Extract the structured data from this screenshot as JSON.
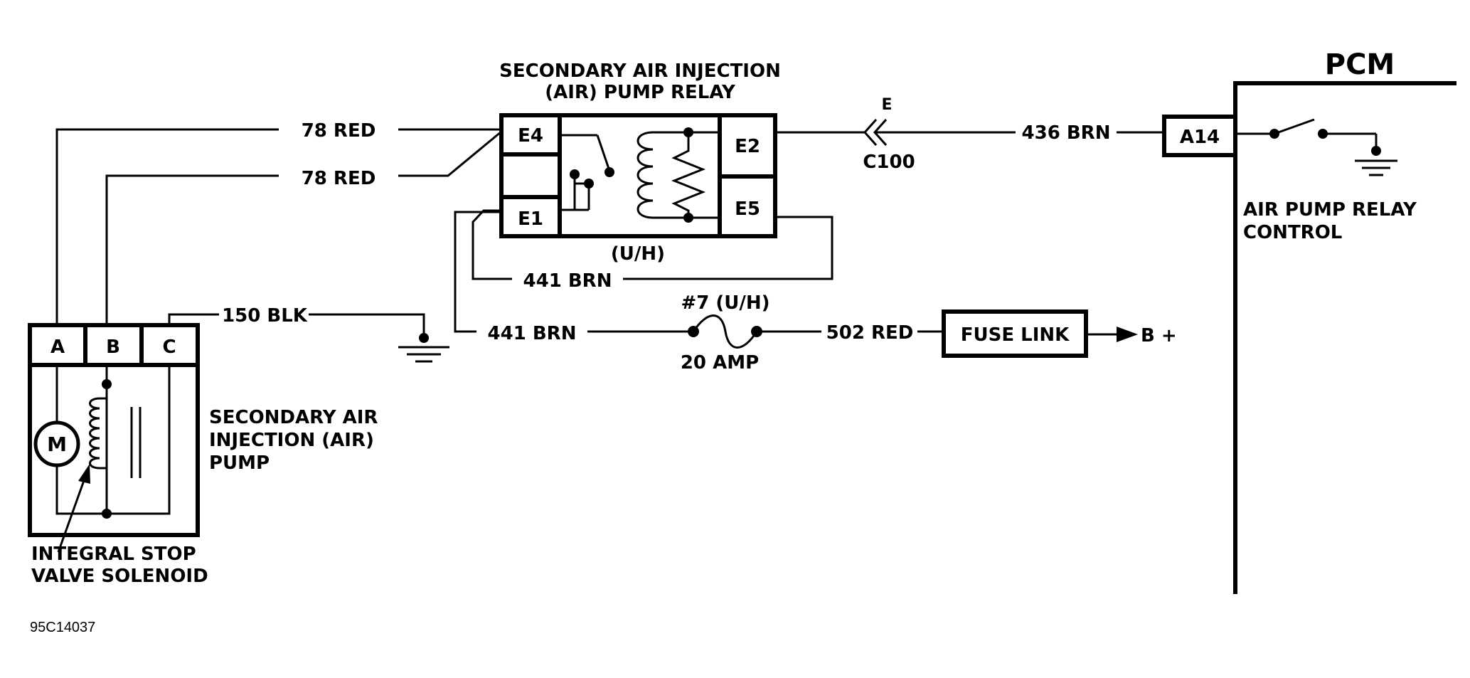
{
  "relay": {
    "title_line1": "SECONDARY AIR INJECTION",
    "title_line2": "(AIR) PUMP RELAY",
    "pin_e4": "E4",
    "pin_e1": "E1",
    "pin_e2": "E2",
    "pin_e5": "E5",
    "location": "(U/H)"
  },
  "pcm": {
    "title": "PCM",
    "pin": "A14",
    "function_line1": "AIR PUMP RELAY",
    "function_line2": "CONTROL"
  },
  "connector": {
    "letter": "E",
    "id": "C100"
  },
  "wires": {
    "wire_78_red_a": "78 RED",
    "wire_78_red_b": "78 RED",
    "wire_436_brn": "436 BRN",
    "wire_441_brn_loop": "441 BRN",
    "wire_441_brn_fuse": "441 BRN",
    "wire_150_blk": "150 BLK",
    "wire_502_red": "502 RED"
  },
  "fuse": {
    "id": "#7 (U/H)",
    "rating": "20 AMP"
  },
  "fuse_link": {
    "label": "FUSE LINK",
    "battery": "B +"
  },
  "pump": {
    "pin_a": "A",
    "pin_b": "B",
    "pin_c": "C",
    "motor": "M",
    "name_line1": "SECONDARY AIR",
    "name_line2": "INJECTION (AIR)",
    "name_line3": "PUMP",
    "solenoid_line1": "INTEGRAL STOP",
    "solenoid_line2": "VALVE SOLENOID"
  },
  "figure_code": "95C14037"
}
